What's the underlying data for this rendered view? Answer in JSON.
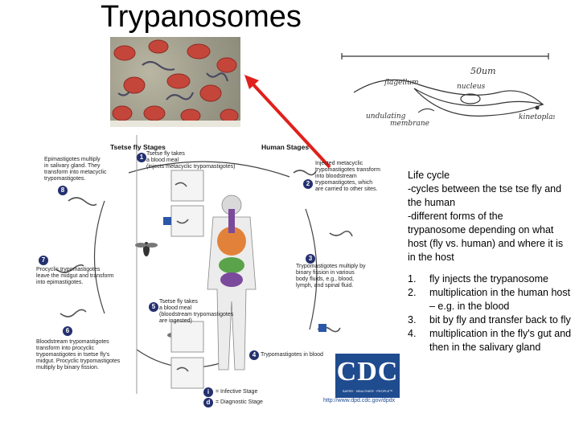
{
  "slide": {
    "title": "Trypanosomes"
  },
  "sketch": {
    "scale_label": "50um",
    "label_flagellum": "flagellum",
    "label_nucleus": "nucleus",
    "label_undulating": "undulating",
    "label_membrane": "membrane",
    "label_kinetoplast": "kinetoplast"
  },
  "lifecycle": {
    "header_tsetse": "Tsetse fly Stages",
    "header_human": "Human Stages",
    "stage1_text": [
      "Tsetse fly takes",
      "a blood meal",
      "(injects metacyclic trypomastigotes)"
    ],
    "stage2_text": [
      "Injected metacyclic",
      "trypomastigotes transform",
      "into bloodstream",
      "trypomastigotes, which",
      "are carried to other sites."
    ],
    "stage3_text": [
      "Trypomastigotes multiply by",
      "binary fission in various",
      "body fluids, e.g., blood,",
      "lymph, and spinal fluid."
    ],
    "stage4_text": [
      "Trypomastigotes in blood"
    ],
    "stage5_text": [
      "Tsetse fly takes",
      "a blood meal",
      "(bloodstream trypomastigotes",
      "are ingested)"
    ],
    "stage6_text": [
      "Bloodstream trypomastigotes",
      "transform into procyclic",
      "trypomastigotes in tsetse fly's",
      "midgut. Procyclic trypomastigotes",
      "multiply by binary fission."
    ],
    "stage7_text": [
      "Procyclic trypomastigotes",
      "leave the midgut and transform",
      "into epimastigotes."
    ],
    "stage8_text": [
      "Epimastigotes multiply",
      "in salivary gland. They",
      "transform into metacyclic",
      "trypomastigotes."
    ],
    "stage_numbers": [
      "1",
      "2",
      "3",
      "4",
      "5",
      "6",
      "7",
      "8"
    ],
    "legend_infective": "= Infective Stage",
    "legend_diagnostic": "= Diagnostic Stage",
    "legend_i": "i",
    "legend_d": "d",
    "url": "http://www.dpd.cdc.gov/dpdx",
    "logo_text": "CDC",
    "logo_sub": "SAFER · HEALTHIER · PEOPLE™"
  },
  "notes": {
    "heading_lines": [
      "Life cycle",
      "-cycles between the tse tse fly and",
      "the human",
      "-different forms of the",
      "trypanosome depending on what",
      "host (fly vs. human) and where it is",
      "in the host"
    ],
    "items": [
      {
        "num": "1.",
        "text": "fly injects the trypanosome"
      },
      {
        "num": "2.",
        "text": "multiplication in the human host – e.g. in the blood"
      },
      {
        "num": "3.",
        "text": "bit by fly and transfer back to fly"
      },
      {
        "num": "4.",
        "text": "multiplication in the fly's gut and then in the salivary gland"
      }
    ]
  },
  "colors": {
    "arrow": "#e0201c",
    "badge": "#24306f",
    "cdc_blue": "#1f4b8f",
    "organ_orange": "#e2823a",
    "organ_green": "#5aa34a",
    "organ_purple": "#7b4a9c"
  }
}
